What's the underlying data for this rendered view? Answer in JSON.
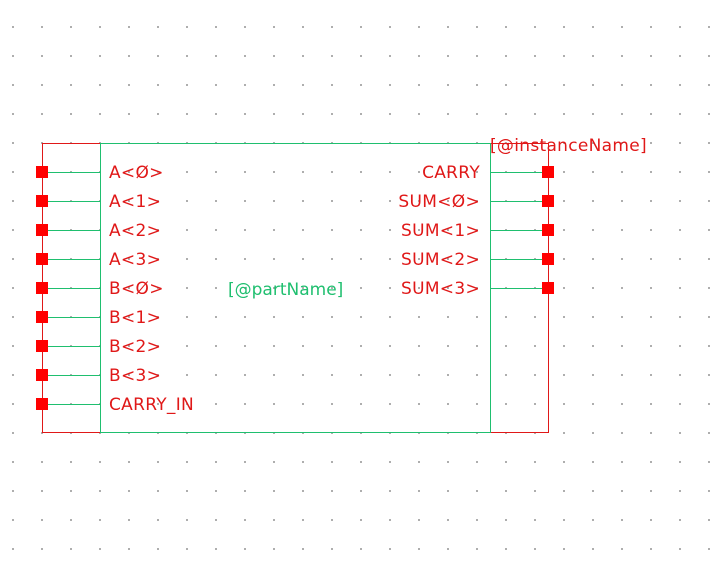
{
  "symbol": {
    "instance_name": "[@instanceName]",
    "part_name": "[@partName]",
    "input_pins": [
      "A<Ø>",
      "A<1>",
      "A<2>",
      "A<3>",
      "B<Ø>",
      "B<1>",
      "B<2>",
      "B<3>",
      "CARRY_IN"
    ],
    "output_pins": [
      "CARRY",
      "SUM<Ø>",
      "SUM<1>",
      "SUM<2>",
      "SUM<3>"
    ]
  },
  "colors": {
    "body_outline": "#1fbf6f",
    "selection_box": "#e01818",
    "pin_label": "#e01818",
    "pin_square": "#ff0000",
    "pin_wire": "#1fbf6f",
    "part_name": "#1fbf6f",
    "instance_name": "#e01818",
    "grid_dot": "#9a9a9a"
  }
}
